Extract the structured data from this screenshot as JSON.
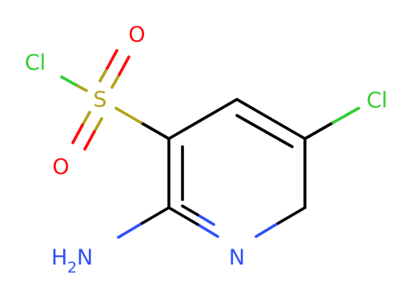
{
  "molecule": {
    "atoms": {
      "cl_sulfonyl": {
        "label": "Cl",
        "color": "#33cc33"
      },
      "o_top": {
        "label": "O",
        "color": "#ff0d0d"
      },
      "s": {
        "label": "S",
        "color": "#b2a21a"
      },
      "o_bottom": {
        "label": "O",
        "color": "#ff0d0d"
      },
      "cl_ring": {
        "label": "Cl",
        "color": "#33cc33"
      },
      "n_ring": {
        "label": "N",
        "color": "#3050f8"
      },
      "nh2": {
        "label": "H",
        "subscript": "2",
        "suffix": "N",
        "color": "#3050f8"
      }
    },
    "bond_color": "#000000"
  }
}
